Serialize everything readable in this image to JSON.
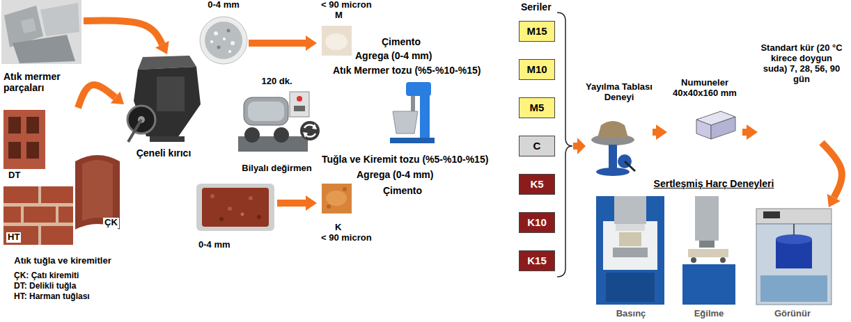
{
  "diagram": {
    "nodes": [
      {
        "text": [
          "Atık mermer parçaları"
        ]
      },
      {
        "text": [
          "Atık tuğla ve kiremitler"
        ]
      },
      {
        "text": [
          "Çeneli kırıcı"
        ]
      },
      {
        "text": [
          "0-4 mm"
        ]
      },
      {
        "text": [
          "0-4 mm"
        ]
      },
      {
        "text": [
          "120 dk.",
          "Bilyalı değirmen"
        ]
      },
      {
        "text": [
          "< 90 micron",
          "M"
        ]
      },
      {
        "text": [
          "K",
          "< 90 micron"
        ]
      },
      {
        "text": [
          "M15"
        ]
      },
      {
        "text": [
          "M10"
        ]
      },
      {
        "text": [
          "M5"
        ]
      },
      {
        "text": [
          "C"
        ]
      },
      {
        "text": [
          "K5"
        ]
      },
      {
        "text": [
          "K10"
        ]
      },
      {
        "text": [
          "K15"
        ]
      },
      {
        "text": [
          "Yayılma Tablası Deneyi"
        ]
      },
      {
        "text": [
          "Numuneler 40x40x160 mm"
        ]
      },
      {
        "text": [
          "Standart kür (20 °C kirece doygun suda) 7, 28, 56, 90 gün"
        ]
      },
      {
        "text": [
          "Sertleşmiş Harç Deneyleri"
        ]
      },
      {
        "text": [
          "Basınç"
        ],
        "in": 18
      },
      {
        "text": [
          "Eğilme"
        ],
        "in": 18
      },
      {
        "text": [
          "Görünür"
        ],
        "in": 18
      }
    ],
    "edges": [
      {
        "from": 0,
        "to": 2,
        "arrow": "to"
      },
      {
        "from": 1,
        "to": 2,
        "arrow": "to"
      },
      {
        "from": 3,
        "to": 6,
        "arrow": "to"
      },
      {
        "from": 4,
        "to": 7,
        "arrow": "to"
      },
      {
        "from": 15,
        "to": 16,
        "arrow": "to"
      },
      {
        "from": 16,
        "to": 17,
        "arrow": "to"
      },
      {
        "from": 17,
        "to": 21,
        "arrow": "to"
      }
    ],
    "labels": [
      "DT",
      "HT",
      "ÇK",
      "ÇK: Çatı kiremiti",
      "DT: Delikli tuğla",
      "HT: Harman tuğlası",
      "Çimento",
      "Agrega (0-4 mm)",
      "Atık Mermer tozu (%5-%10-%15)",
      "Tuğla ve Kiremit tozu (%5-%10-%15)",
      "Agrega (0-4 mm)",
      "Çimento",
      "Seriler"
    ]
  }
}
